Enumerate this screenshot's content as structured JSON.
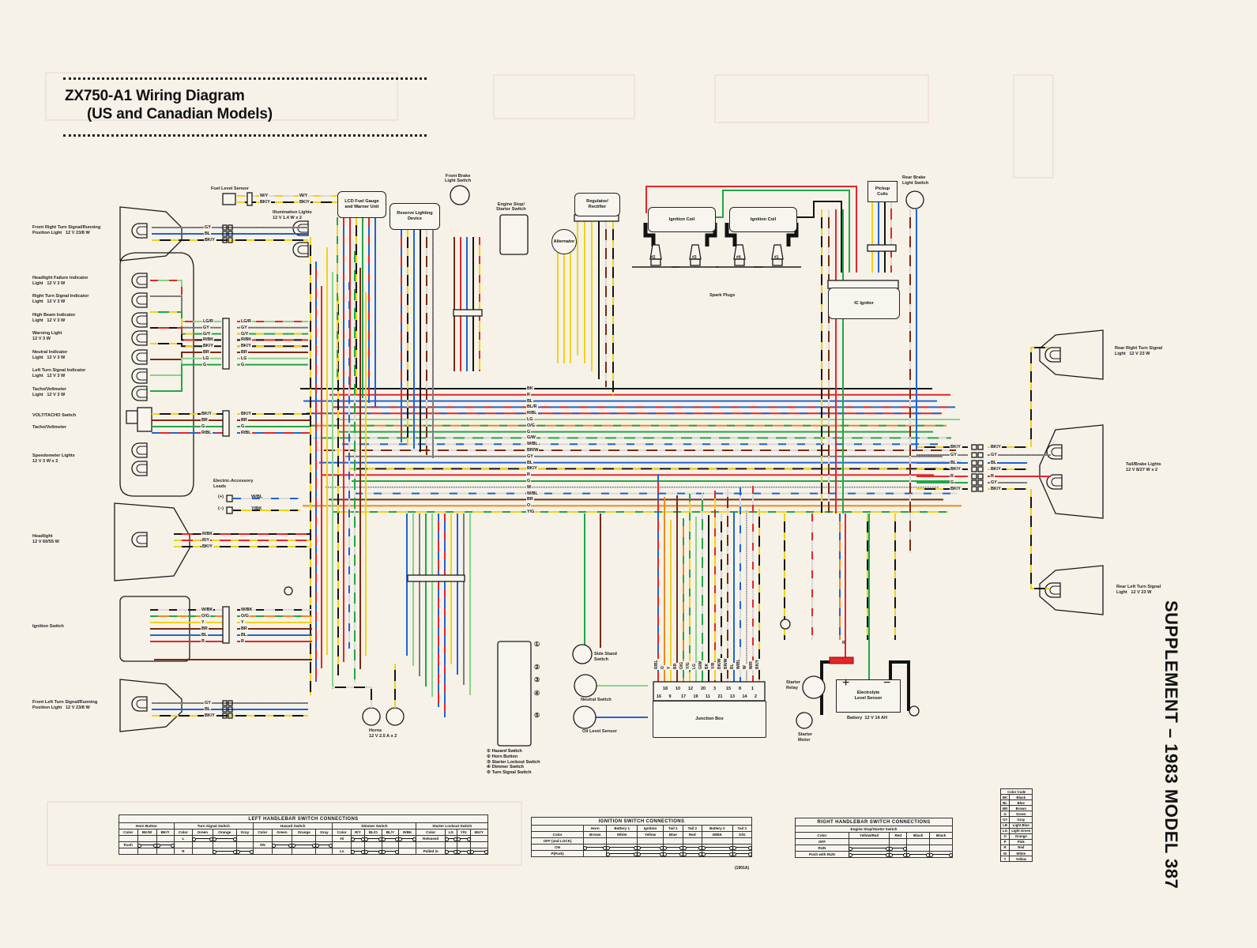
{
  "title": {
    "line1": "ZX750-A1  Wiring Diagram",
    "line2": "(US and Canadian Models)"
  },
  "side_text": "SUPPLEMENT – 1983 MODEL 387",
  "left_labels": [
    "Front Right Turn Signal/Running\nPosition Light   12 V 23/8 W",
    "Headlight Failure Indicator\nLight   12 V 3 W",
    "Right Turn Signal Indicator\nLight   12 V 3 W",
    "High Beam Indicator\nLight   12 V 3 W",
    "Warning Light\n12 V 3 W",
    "Neutral Indicator\nLight   12 V 3 W",
    "Left Turn Signal Indicator\nLight   12 V 3 W",
    "Tacho/Voltmeter\nLight   12 V 3 W",
    "VOLT/TACHO Switch",
    "Tacho/Voltmeter",
    "Speedometer Lights\n12 V 3 W x 2",
    "Headlight\n12 V 60/55 W",
    "Ignition Switch",
    "Front Left Turn Signal/Running\nPosition Light   12 V 23/8 W"
  ],
  "components": {
    "fuel_level_sensor": "Fuel Level Sensor",
    "illumination_lights": "Illumination Lights\n12 V 1.4 W x 2",
    "lcd_fuel_gauge": "LCD Fuel Gauge\nand Warner Unit",
    "reserve_lighting": "Reserve Lighting\nDevice",
    "front_brake_switch": "Front Brake\nLight Switch",
    "engine_stop_switch": "Engine Stop/\nStarter Switch",
    "alternator": "Alternator",
    "regulator": "Regulator/\nRectifier",
    "ignition_coil_1": "Ignition Coil",
    "ignition_coil_2": "Ignition Coil",
    "spark_plugs": "Spark Plugs",
    "plug_numbers": [
      "#2",
      "#3",
      "#4",
      "#1"
    ],
    "pickup_coils": "Pickup\nCoils",
    "rear_brake_switch": "Rear Brake\nLight Switch",
    "ic_ignitor": "IC Ignitor",
    "electric_accessory": "Electric-Accessory\nLeads",
    "acc_plus": "(+)",
    "acc_minus": "(−)",
    "acc_wires": [
      "W/BL",
      "Y/BK"
    ],
    "horns": "Horns\n12 V 2.5 A x 2",
    "side_stand": "Side Stand\nSwitch",
    "neutral_switch": "Neutral Switch",
    "oil_level": "Oil Level Sensor",
    "junction_box": "Junction Box",
    "junction_top": [
      "18",
      "10",
      "12",
      "20",
      "3",
      "15",
      "8",
      "1"
    ],
    "junction_bottom": [
      "16",
      "9",
      "17",
      "19",
      "11",
      "21",
      "13",
      "14",
      "2"
    ],
    "junction_wires": [
      "R/BL",
      "O",
      "Y",
      "BR",
      "O/G",
      "Y/G",
      "LG",
      "G/W",
      "BK",
      "Y/R",
      "BK/W",
      "BR/W",
      "BL",
      "W/BL",
      "W",
      "W/R",
      "BK/Y"
    ],
    "starter_relay": "Starter\nRelay",
    "starter_motor": "Starter\nMotor",
    "battery": "Battery  12 V 14 AH",
    "electrolyte": "Electrolyte\nLevel Sensor",
    "battery_plus": "+",
    "battery_minus": "−",
    "fuse_label": "R",
    "rear_right_turn": "Rear Right Turn Signal\nLight   12 V 23 W",
    "tail_brake": "Tail/Brake Lights\n12 V 8/27 W x 2",
    "rear_left_turn": "Rear Left Turn Signal\nLight   12 V 23 W"
  },
  "handlebar_legend": [
    "① Hazard Switch",
    "② Horn Button",
    "③ Starter Lockout Switch",
    "④ Dimmer Switch",
    "⑤ Turn Signal Switch"
  ],
  "switch_numbers": [
    "①",
    "②",
    "③",
    "④",
    "⑤"
  ],
  "bus_labels": [
    "BK",
    "R",
    "BL",
    "BL/R",
    "R/BL",
    "LG",
    "O/G",
    "G",
    "G/W",
    "W/BL",
    "BR/W",
    "GY",
    "BL",
    "BK/Y",
    "R",
    "G",
    "W",
    "W/BL",
    "BR",
    "O",
    "Y/G"
  ],
  "instrument_wires": [
    "LG/R",
    "GY",
    "G/Y",
    "R/BK",
    "BK/Y",
    "BR",
    "LG",
    "G"
  ],
  "tacho_wires": [
    "BK/Y",
    "BR",
    "G",
    "R/BL"
  ],
  "front_right_wires": [
    "GY",
    "BL",
    "BK/Y"
  ],
  "front_left_wires": [
    "GY",
    "BL",
    "BK/Y"
  ],
  "headlight_wires": [
    "R/BK",
    "R/Y",
    "BK/Y"
  ],
  "ignition_wires": [
    "W/BK",
    "O/G",
    "Y",
    "BR",
    "BL",
    "R"
  ],
  "fuel_wires": [
    "W/Y",
    "BK/Y"
  ],
  "rear_wires_left": [
    "BK/Y",
    "GY",
    "BL",
    "BK/Y",
    "R",
    "G",
    "BK/Y"
  ],
  "rear_wires_right": [
    "BK/Y",
    "GY",
    "BL",
    "BK/Y",
    "R",
    "GY",
    "BK/Y"
  ],
  "left_handlebar_table": {
    "title": "LEFT HANDLEBAR SWITCH CONNECTIONS",
    "groups": [
      "Horn Button",
      "Turn Signal Switch",
      "Hazard Switch",
      "Dimmer Switch",
      "Starter Lockout Switch"
    ],
    "header": [
      "Color",
      "BK/W",
      "BK/Y",
      "Color",
      "Green",
      "Orange",
      "Gray",
      "Color",
      "Green",
      "Orange",
      "Gray",
      "Color",
      "R/Y",
      "BL/O",
      "BL/Y",
      "R/BK",
      "Color",
      "LG",
      "Y/G",
      "BK/Y"
    ],
    "rows": [
      [
        "",
        "",
        "",
        "L",
        "~",
        "~",
        "",
        "",
        "",
        "",
        "",
        "Hi",
        "~",
        "~",
        "~",
        "~",
        "Released",
        "~",
        "~",
        ""
      ],
      [
        "Push",
        "~",
        "~",
        "",
        "",
        "",
        "",
        "ON",
        "~",
        "~",
        "~",
        "",
        "",
        "",
        "",
        "",
        "",
        "",
        "",
        ""
      ],
      [
        "",
        "",
        "",
        "R",
        "",
        "~",
        "~",
        "",
        "",
        "",
        "",
        "Lo",
        "~",
        "~",
        "~",
        "",
        "Pulled in",
        "~",
        "~",
        "~"
      ]
    ]
  },
  "ignition_table": {
    "title": "IGNITION SWITCH CONNECTIONS",
    "header": [
      "",
      "Horn",
      "Battery 1",
      "Ignition",
      "Tail 1",
      "Tail 2",
      "Battery 2",
      "Tail 3"
    ],
    "colors": [
      "Color",
      "Brown",
      "White",
      "Yellow",
      "Blue",
      "Red",
      "W/BK",
      "O/G"
    ],
    "rows": [
      [
        "OFF (and LOCK)",
        "",
        "",
        "",
        "",
        "",
        "",
        ""
      ],
      [
        "ON",
        "~",
        "~",
        "~",
        "~",
        "~",
        "~",
        "~"
      ],
      [
        "P(Park)",
        "",
        "~",
        "~",
        "~",
        "~",
        "~",
        "~"
      ]
    ],
    "code": "(1901A)"
  },
  "right_table": {
    "title": "RIGHT HANDLEBAR SWITCH CONNECTIONS",
    "subtitle": "Engine Stop/Starter Switch",
    "header": [
      "Color",
      "Yellow/Red",
      "Red",
      "Black",
      "Black"
    ],
    "rows": [
      [
        "OFF",
        "",
        "",
        "",
        ""
      ],
      [
        "RUN",
        "~",
        "~",
        "",
        ""
      ],
      [
        "Push with RUN",
        "~",
        "~",
        "~",
        "~"
      ]
    ]
  },
  "color_code": {
    "title": "Color Code",
    "rows": [
      [
        "BK",
        "Black"
      ],
      [
        "BL",
        "Blue"
      ],
      [
        "BR",
        "Brown"
      ],
      [
        "G",
        "Green"
      ],
      [
        "GY",
        "Gray"
      ],
      [
        "LB",
        "Light Blue"
      ],
      [
        "LG",
        "Light Green"
      ],
      [
        "O",
        "Orange"
      ],
      [
        "P",
        "Pink"
      ],
      [
        "R",
        "Red"
      ],
      [
        "W",
        "White"
      ],
      [
        "Y",
        "Yellow"
      ]
    ]
  },
  "wire_colors": {
    "BK": "#151515",
    "R": "#e3262b",
    "BL": "#1f63d6",
    "G": "#21a64a",
    "Y": "#f2d21a",
    "O": "#f08a1c",
    "BR": "#7a2a12",
    "GY": "#8a8a8a",
    "LG": "#86d48a",
    "W": "#d9d9d9",
    "P": "#f19ab8",
    "LB": "#6cc0f0"
  }
}
